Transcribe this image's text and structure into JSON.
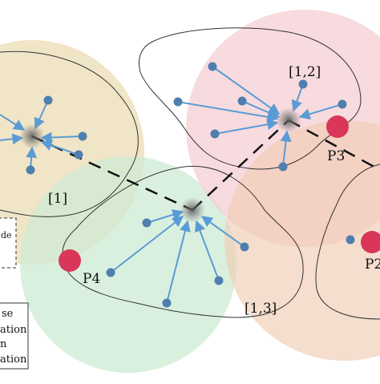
{
  "colors": {
    "circle_tan": "#ecdcb4",
    "circle_green": "#cdebd4",
    "circle_pink": "#f6cfd3",
    "circle_peach": "#f0ccb4",
    "contour": "#333333",
    "arrow": "#5b9bd5",
    "node": "#4e7fae",
    "anchor_node": "#d9365a",
    "dashed_link": "#111111"
  },
  "labels": {
    "cluster_1": "[1]",
    "cluster_1_2": "[1,2]",
    "cluster_1_3": "[1,3]",
    "p2": "P2",
    "p3": "P3",
    "p4": "P4"
  },
  "legend": {
    "box_fragment": "de",
    "item_1": "se",
    "item_2": "ation",
    "item_3": "n",
    "item_4": "ation"
  }
}
